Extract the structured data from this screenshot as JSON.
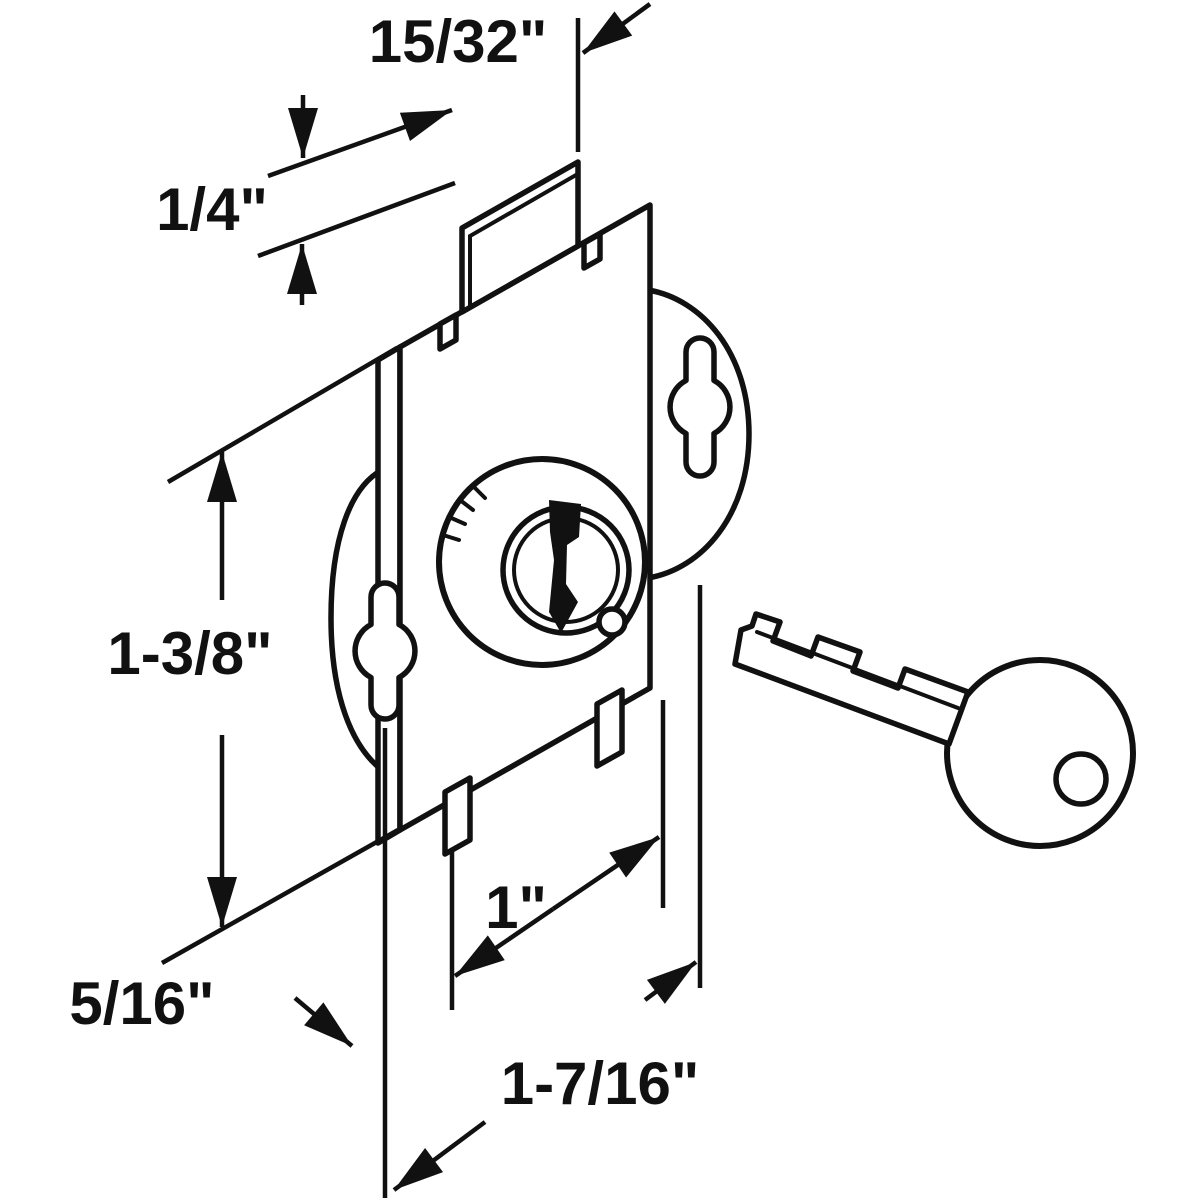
{
  "page": {
    "background": "#ffffff",
    "line_color": "#111111"
  },
  "diagram": {
    "type": "technical line drawing",
    "subject": "mailbox door lock cylinder with mounting flanges and flat key",
    "labels": {
      "tab_width": "15/32\"",
      "tab_height": "1/4\"",
      "plate_height": "1-3/8\"",
      "edge_offset": "5/16\"",
      "tab_spacing": "1\"",
      "overall_width": "1-7/16\""
    }
  }
}
